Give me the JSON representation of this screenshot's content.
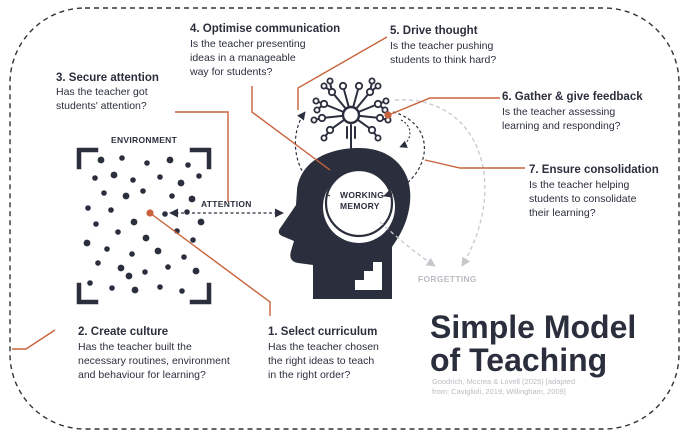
{
  "colors": {
    "ink": "#2b2f3d",
    "accent": "#c8623a",
    "grey": "#c6c8cc",
    "border": "#333333"
  },
  "labels": {
    "environment": "ENVIRONMENT",
    "attention": "ATTENTION",
    "working_memory_line1": "WORKING",
    "working_memory_line2": "MEMORY",
    "forgetting": "FORGETTING"
  },
  "steps": [
    {
      "title": "1. Select curriculum",
      "body": "Has the teacher chosen\nthe right ideas to teach\nin the right order?"
    },
    {
      "title": "2. Create culture",
      "body": "Has the teacher built the\nnecessary routines, environment\nand behaviour for learning?"
    },
    {
      "title": "3. Secure attention",
      "body": "Has the teacher got\nstudents' attention?"
    },
    {
      "title": "4. Optimise communication",
      "body": "Is the teacher presenting\nideas in a manageable\nway for students?"
    },
    {
      "title": "5. Drive thought",
      "body": "Is the teacher pushing\nstudents to think hard?"
    },
    {
      "title": "6. Gather & give feedback",
      "body": "Is the teacher assessing\nlearning and responding?"
    },
    {
      "title": "7. Ensure consolidation",
      "body": "Is the teacher helping\nstudents to consolidate\ntheir learning?"
    }
  ],
  "title_line1": "Simple Model",
  "title_line2": "of Teaching",
  "citation": "Goodrich, Mccrea & Lovell (2025) [adapted\nfrom: Caviglioli, 2019; Willingham, 2009]"
}
